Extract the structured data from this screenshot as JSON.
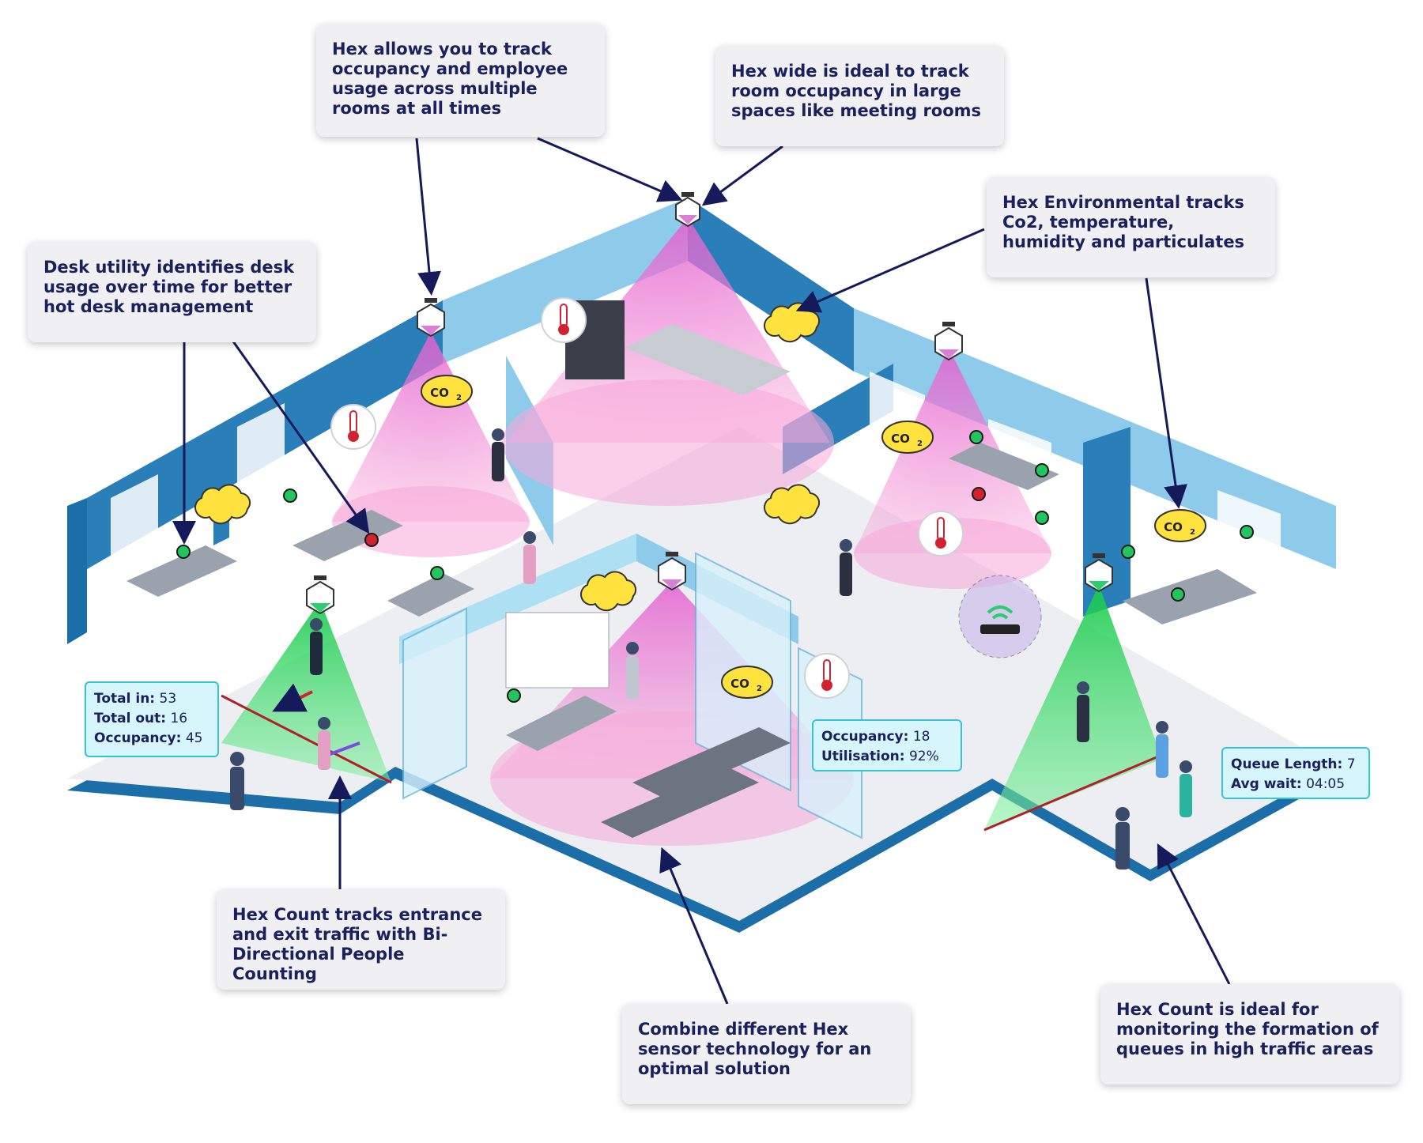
{
  "callouts": {
    "track_occupancy": "Hex allows you to track occupancy and employee usage across multiple rooms at all times",
    "hex_wide": "Hex wide is ideal to track room occupancy in large spaces like meeting rooms",
    "environmental": "Hex Environmental tracks Co2, temperature, humidity and particulates",
    "desk_utility": "Desk utility identifies desk usage over time for better hot desk management",
    "hex_count_entrance": "Hex Count tracks entrance and exit traffic with Bi-Directional People Counting",
    "combine": "Combine different Hex sensor technology for an optimal solution",
    "queues": "Hex Count is ideal for monitoring the formation of queues in high traffic areas"
  },
  "entrance_stats": {
    "total_in_label": "Total in:",
    "total_in_value": "53",
    "total_out_label": "Total out:",
    "total_out_value": "16",
    "occupancy_label": "Occupancy:",
    "occupancy_value": "45"
  },
  "room_stats": {
    "occupancy_label": "Occupancy:",
    "occupancy_value": "18",
    "utilisation_label": "Utilisation:",
    "utilisation_value": "92%"
  },
  "queue_stats": {
    "queue_length_label": "Queue Length:",
    "queue_length_value": "7",
    "avg_wait_label": "Avg wait:",
    "avg_wait_value": "04:05"
  },
  "icons": {
    "co2_label": "CO",
    "co2_subscript": "2"
  },
  "colors": {
    "wall_blue": "#2a7fb8",
    "wall_light": "#8ecbea",
    "floor": "#e8eaee",
    "pink_zone": "#f7a8d8",
    "green_zone": "#4fe07a",
    "text_navy": "#1a1f5e",
    "arrow_navy": "#141a5a",
    "led_green": "#22c55e",
    "led_red": "#d0232f"
  }
}
